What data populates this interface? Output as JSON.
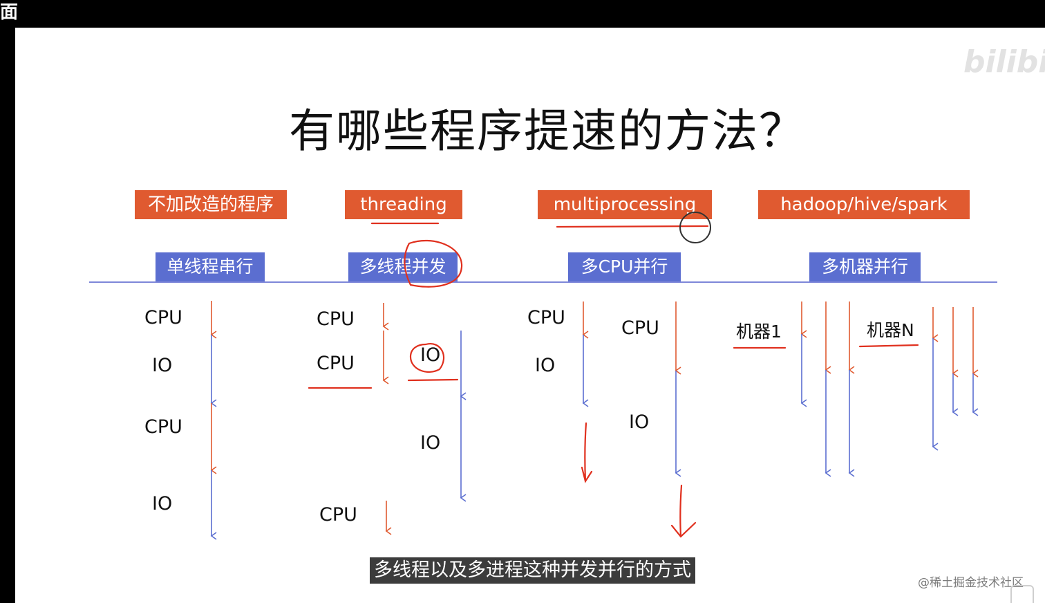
{
  "corner_char": "面",
  "watermark": "bilibili",
  "title": "有哪些程序提速的方法？",
  "categories": [
    {
      "label": "不加改造的程序",
      "mode": "单线程串行"
    },
    {
      "label": "threading",
      "mode": "多线程并发"
    },
    {
      "label": "multiprocessing",
      "mode": "多CPU并行"
    },
    {
      "label": "hadoop/hive/spark",
      "mode": "多机器并行"
    }
  ],
  "col1": {
    "cpu1": "CPU",
    "io1": "IO",
    "cpu2": "CPU",
    "io2": "IO"
  },
  "col2": {
    "cpu1": "CPU",
    "cpu2": "CPU",
    "io1": "IO",
    "io2": "IO",
    "cpu3": "CPU"
  },
  "col3": {
    "cpu1": "CPU",
    "io1": "IO",
    "cpu2": "CPU",
    "io2": "IO"
  },
  "col4": {
    "machine1": "机器1",
    "machineN": "机器N"
  },
  "subtitle": "多线程以及多进程这种并发并行的方式",
  "credit": "@稀土掘金技术社区",
  "colors": {
    "orange": "#e05a30",
    "purple": "#5b6ed0",
    "annotation_red": "#e0301e"
  }
}
